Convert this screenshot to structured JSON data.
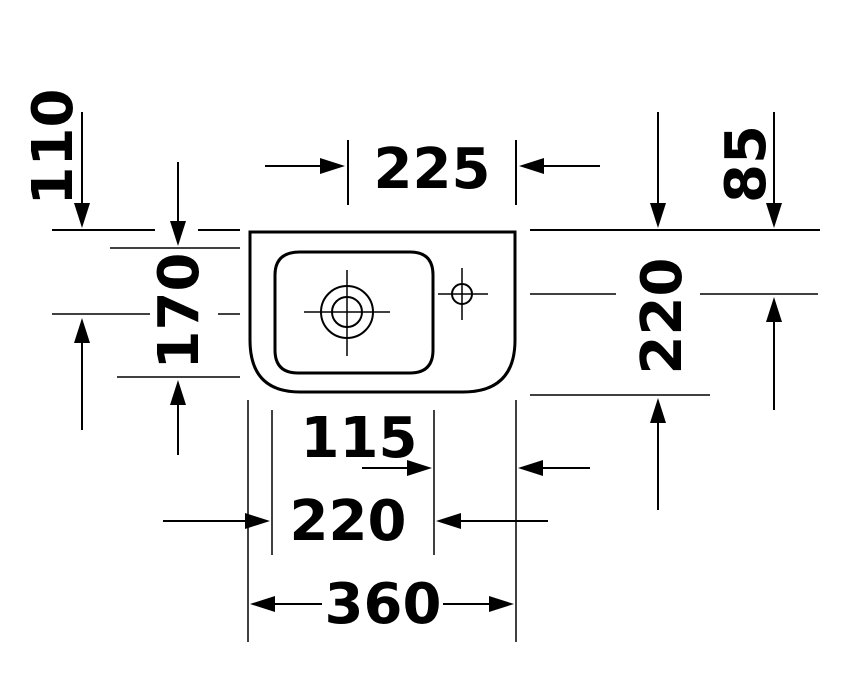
{
  "dimensions": {
    "top_width": "225",
    "left_top_offset": "110",
    "right_top_offset": "85",
    "bowl_depth": "170",
    "overall_depth": "220",
    "tap_offset": "115",
    "bowl_width": "220",
    "overall_width": "360"
  }
}
